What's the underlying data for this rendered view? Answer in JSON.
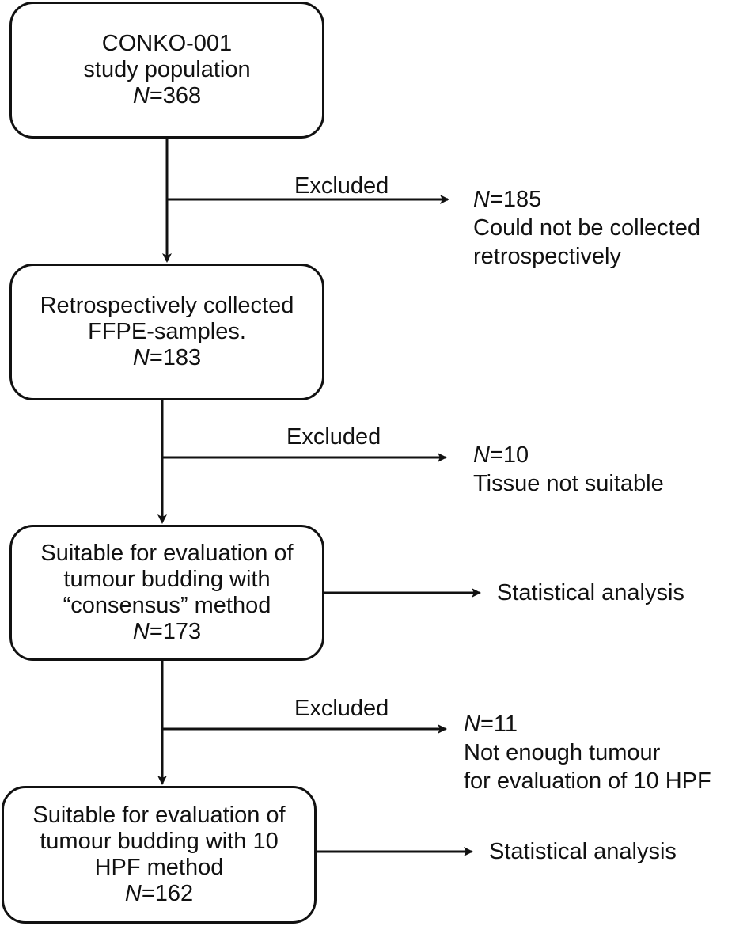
{
  "boxes": {
    "study": {
      "lines": [
        "CONKO-001",
        "study population"
      ],
      "n": "=368"
    },
    "collected": {
      "lines": [
        "Retrospectively collected",
        "FFPE-samples."
      ],
      "n": "=183"
    },
    "consensus": {
      "lines": [
        "Suitable for evaluation of",
        "tumour budding with",
        "“consensus” method"
      ],
      "n": "=173"
    },
    "hpf": {
      "lines": [
        "Suitable for evaluation of",
        "tumour budding with 10",
        "HPF method"
      ],
      "n": "=162"
    }
  },
  "n_symbol": "N",
  "exclusions": [
    {
      "label": "Excluded",
      "n": "=185",
      "reasons": [
        "Could not be collected",
        "retrospectively"
      ]
    },
    {
      "label": "Excluded",
      "n": "=10",
      "reasons": [
        "Tissue not suitable"
      ]
    },
    {
      "label": "Excluded",
      "n": "=11",
      "reasons": [
        "Not enough tumour",
        " for evaluation of 10 HPF"
      ]
    }
  ],
  "outcomes": [
    {
      "text": "Statistical analysis"
    },
    {
      "text": "Statistical analysis"
    }
  ]
}
